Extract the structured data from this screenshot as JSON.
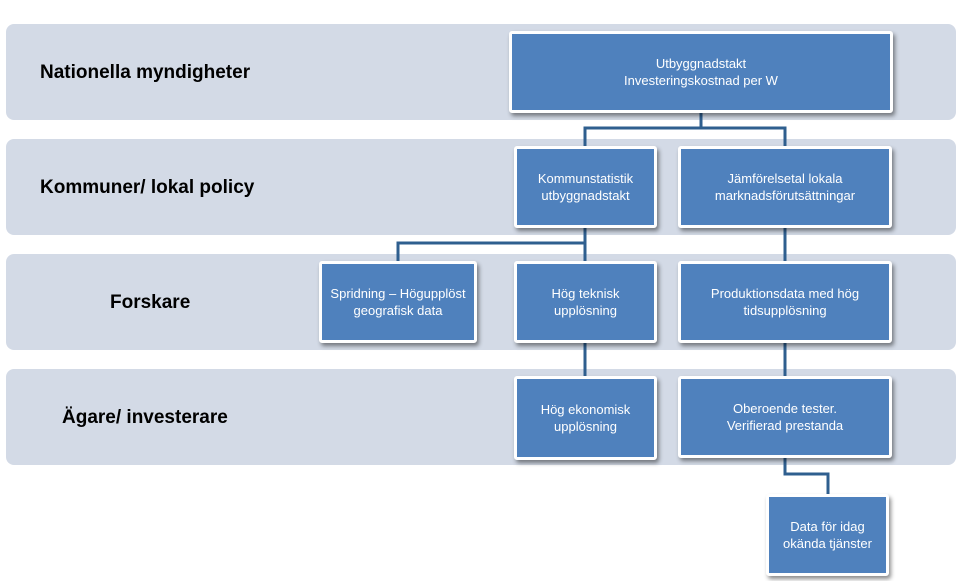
{
  "rows": [
    {
      "label": "Nationella myndigheter"
    },
    {
      "label": "Kommuner/ lokal policy"
    },
    {
      "label": "Forskare"
    },
    {
      "label": "Ägare/ investerare"
    }
  ],
  "nodes": {
    "utbyggnad": {
      "line1": "Utbyggnadstakt",
      "line2": "Investeringskostnad per W"
    },
    "kommunstatistik": {
      "line1": "Kommunstatistik",
      "line2": "utbyggnadstakt"
    },
    "jamforelsetal": {
      "line1": "Jämförelsetal lokala",
      "line2": "marknadsförutsättningar"
    },
    "spridning": {
      "line1": "Spridning – Högupplöst",
      "line2": "geografisk data"
    },
    "hog_teknisk": {
      "line1": "Hög teknisk",
      "line2": "upplösning"
    },
    "produktionsdata": {
      "line1": "Produktionsdata med hög",
      "line2": "tidsupplösning"
    },
    "hog_ekonomisk": {
      "line1": "Hög ekonomisk",
      "line2": "upplösning"
    },
    "oberoende": {
      "line1": "Oberoende tester.",
      "line2": "Verifierad prestanda"
    },
    "data_for_idag": {
      "line1": "Data för idag",
      "line2": "okända tjänster"
    }
  },
  "colors": {
    "band": "#d3dae6",
    "node_fill": "#4f81bd",
    "node_border": "#ffffff",
    "connector": "#2f5f8f"
  }
}
